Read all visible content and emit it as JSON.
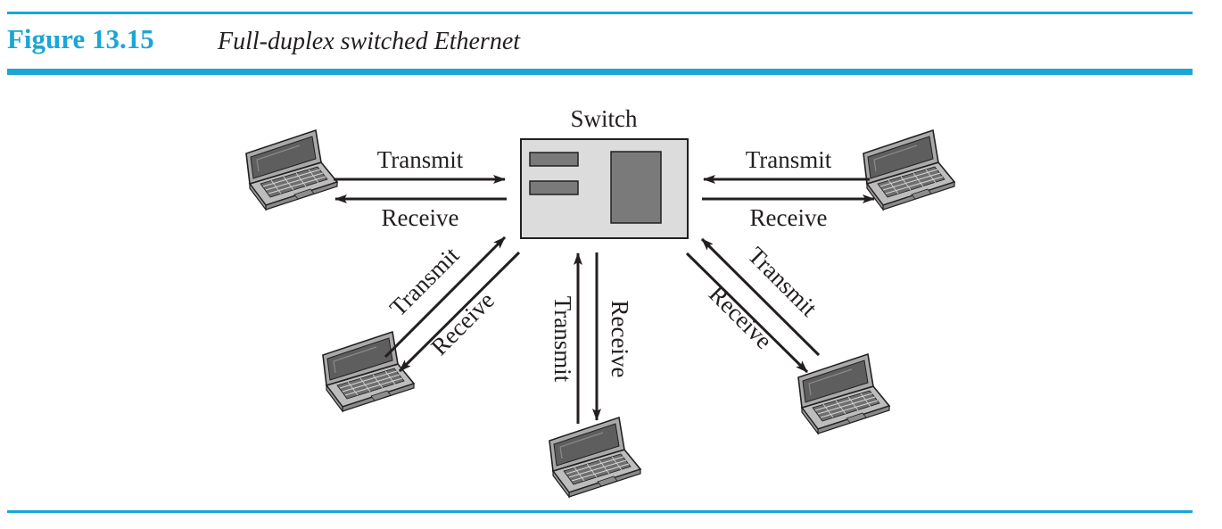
{
  "figure": {
    "number": "Figure 13.15",
    "caption": "Full-duplex switched Ethernet"
  },
  "switch": {
    "label": "Switch"
  },
  "links": [
    {
      "id": "left",
      "transmit": "Transmit",
      "receive": "Receive"
    },
    {
      "id": "right",
      "transmit": "Transmit",
      "receive": "Receive"
    },
    {
      "id": "lower-left",
      "transmit": "Transmit",
      "receive": "Receive"
    },
    {
      "id": "bottom",
      "transmit": "Transmit",
      "receive": "Receive"
    },
    {
      "id": "lower-right",
      "transmit": "Transmit",
      "receive": "Receive"
    }
  ],
  "icons": {
    "host": "laptop-icon",
    "hub": "switch-icon"
  },
  "colors": {
    "accent": "#1aa6d6",
    "ink": "#231f20",
    "switch_fill": "#dcdcdc",
    "switch_block": "#7a7a7a"
  }
}
